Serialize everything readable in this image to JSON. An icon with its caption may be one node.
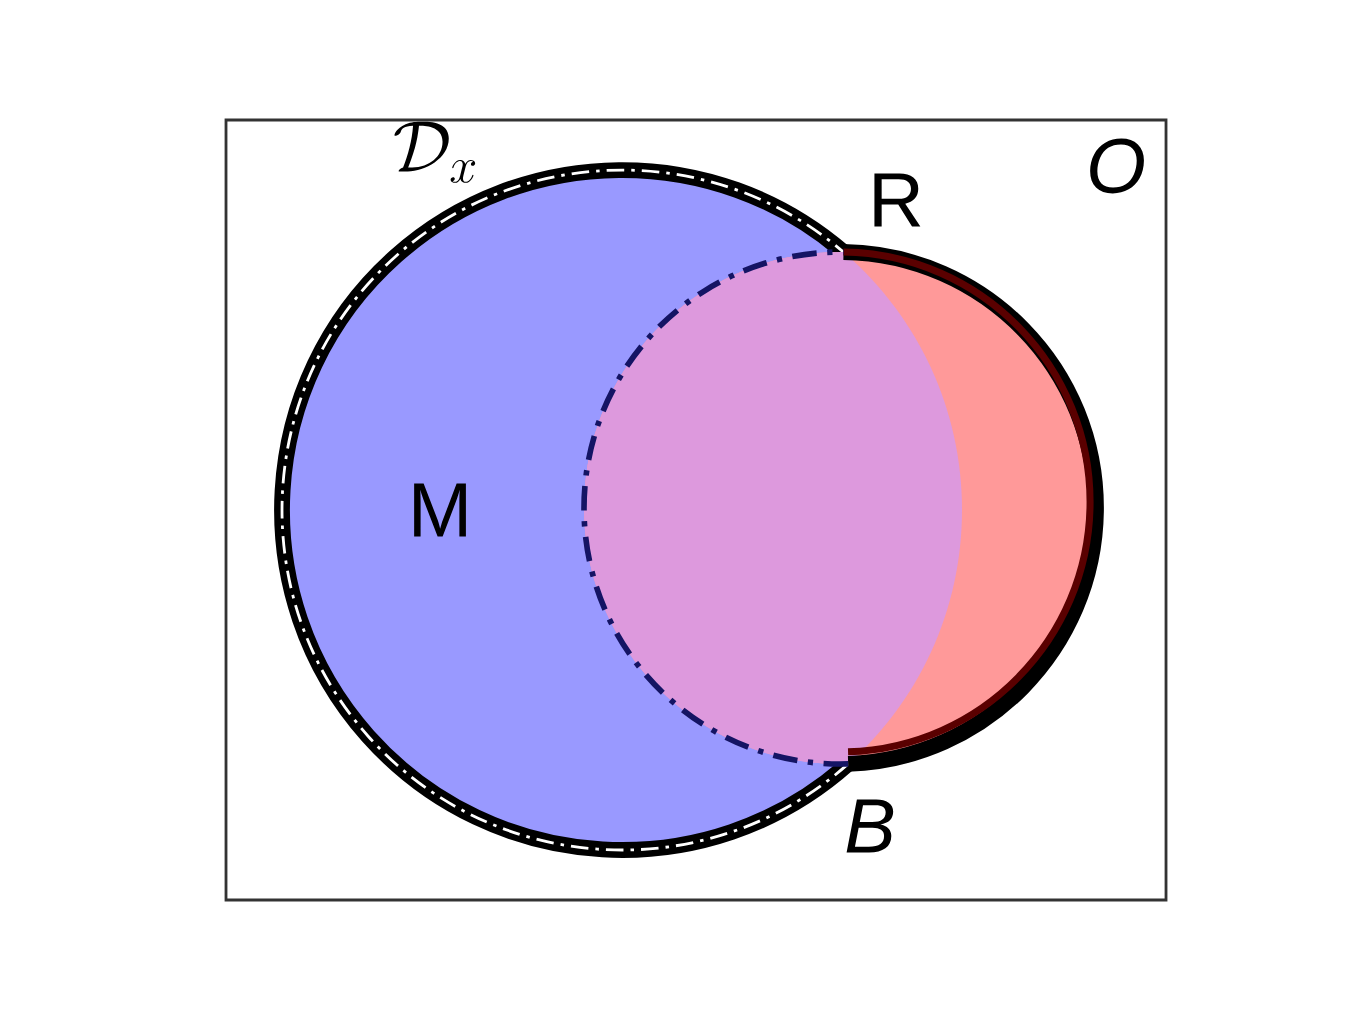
{
  "diagram": {
    "nodes": [
      {
        "text": [
          "M"
        ],
        "beside": [
          "\\mathcal{D}_x"
        ]
      },
      {
        "text": [],
        "shape": "circle"
      }
    ],
    "labels": [
      "O",
      "R",
      "B"
    ]
  }
}
